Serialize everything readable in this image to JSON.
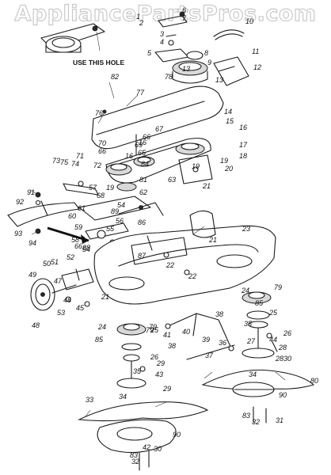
{
  "watermark": "AppliancePartsPros.com",
  "note": "USE THIS HOLE",
  "part_labels": [
    "1",
    "2",
    "3",
    "4",
    "5",
    "6",
    "7",
    "8",
    "9",
    "10",
    "11",
    "12",
    "13",
    "13",
    "14",
    "15",
    "16",
    "16",
    "16",
    "17",
    "18",
    "19",
    "19",
    "19",
    "20",
    "21",
    "21",
    "21",
    "22",
    "22",
    "23",
    "24",
    "24",
    "25",
    "25",
    "26",
    "26",
    "27",
    "28",
    "28",
    "29",
    "29",
    "30",
    "30",
    "31",
    "32",
    "32",
    "33",
    "34",
    "34",
    "35",
    "35",
    "36",
    "37",
    "38",
    "38",
    "39",
    "40",
    "41",
    "42",
    "43",
    "44",
    "45",
    "46",
    "47",
    "48",
    "49",
    "50",
    "51",
    "52",
    "53",
    "54",
    "54",
    "55",
    "56",
    "57",
    "58",
    "59",
    "60",
    "61",
    "62",
    "63",
    "64",
    "65",
    "66",
    "66",
    "66",
    "67",
    "68",
    "69",
    "70",
    "71",
    "72",
    "73",
    "74",
    "75",
    "76",
    "77",
    "78",
    "79",
    "79",
    "79",
    "80",
    "81",
    "82",
    "83",
    "83",
    "85",
    "85",
    "86",
    "87",
    "88",
    "89",
    "90",
    "90",
    "91",
    "92",
    "93",
    "94"
  ]
}
